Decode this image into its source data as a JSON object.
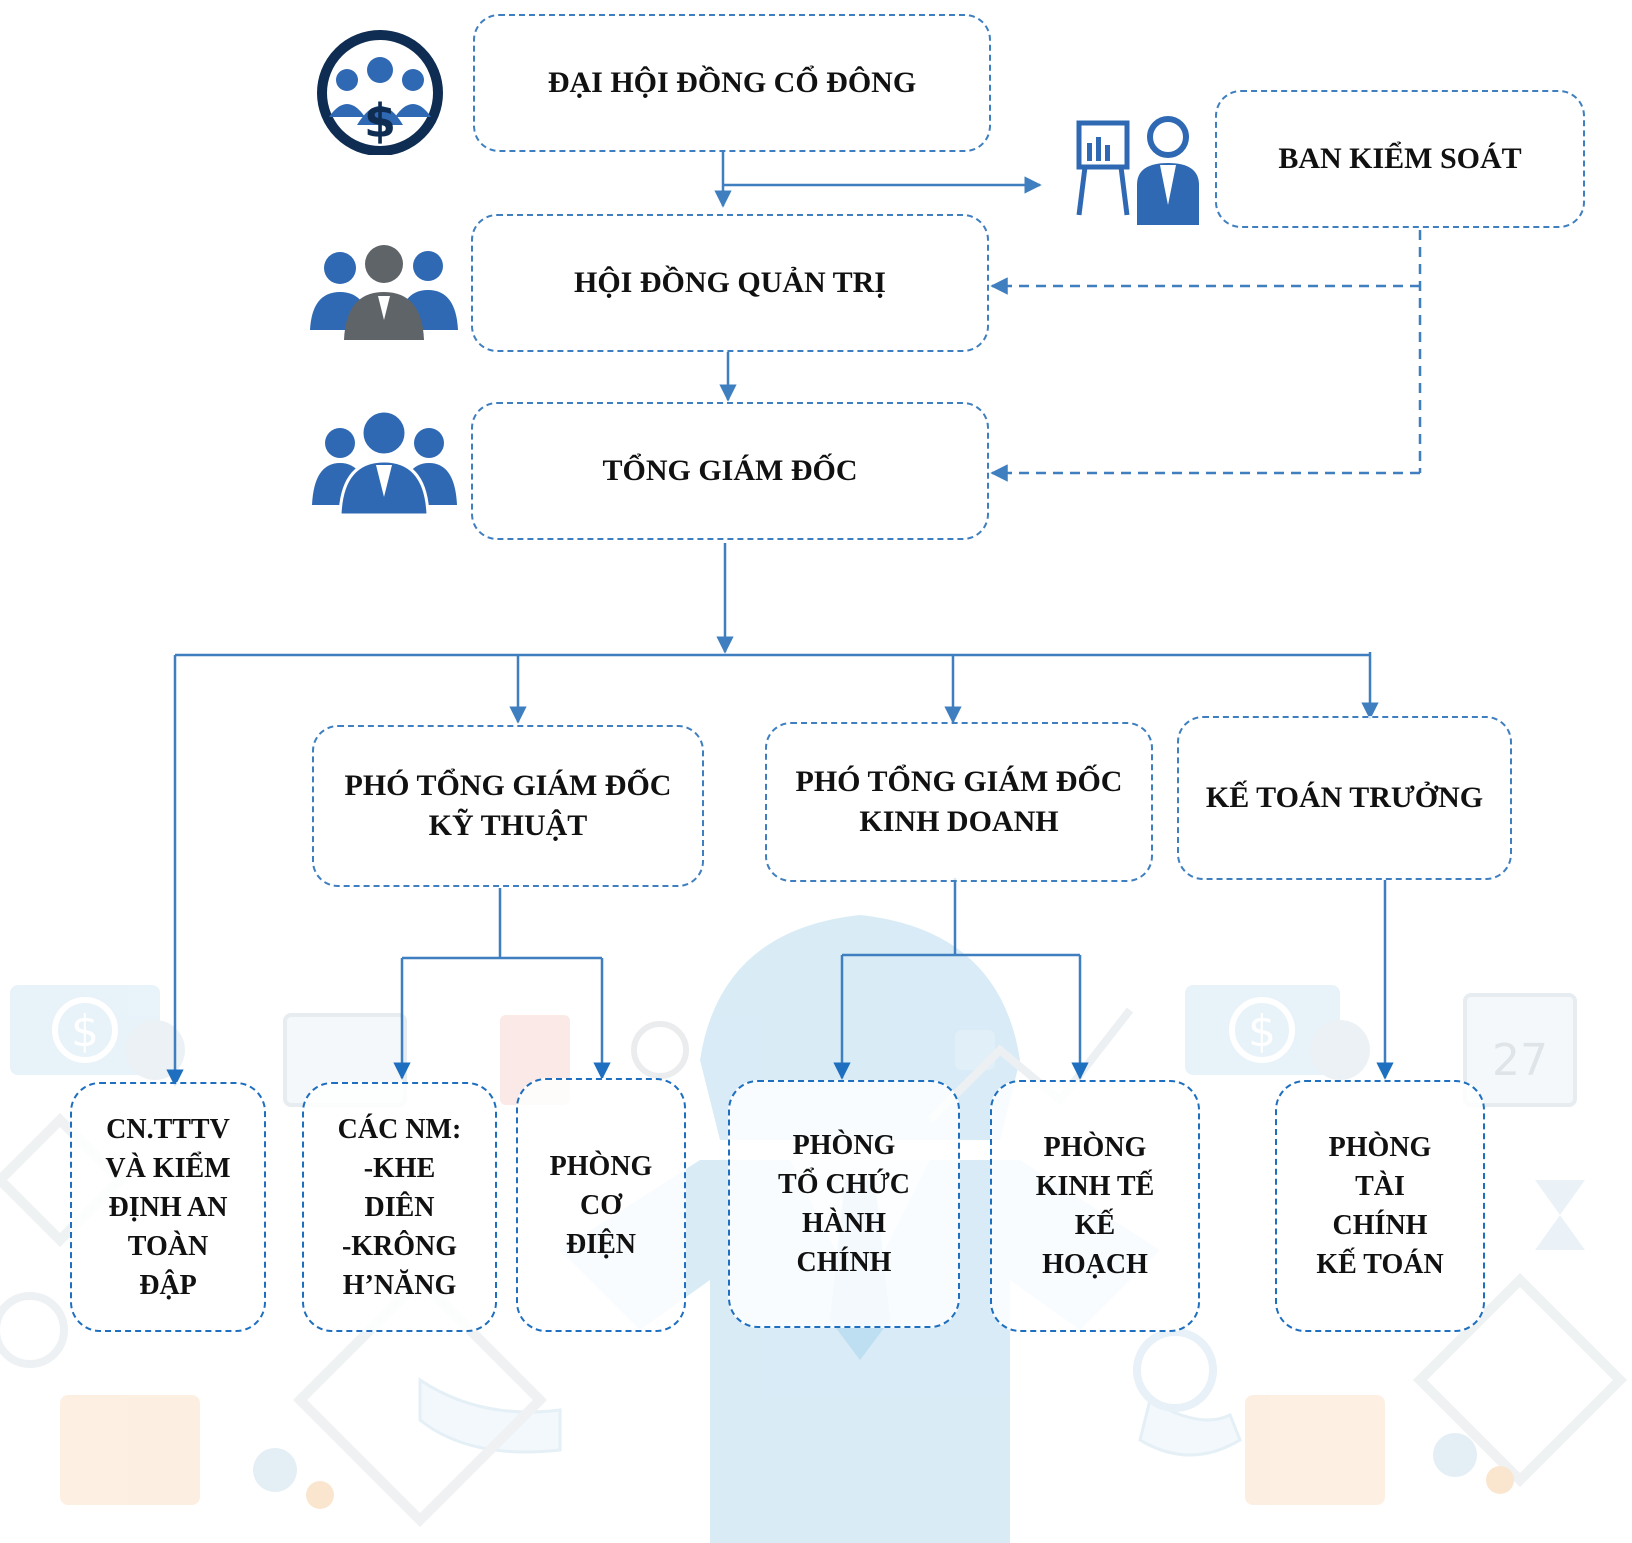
{
  "colors": {
    "line": "#3f7fc0",
    "line_dark": "#1e6fc0",
    "icon_blue": "#2f69b3",
    "icon_grey": "#5f6468",
    "bg_light_blue": "#cfe8f6",
    "bg_orange": "#f6c89a"
  },
  "icons": {
    "shareholders": "shareholders-dollar-icon",
    "supervisor": "presentation-analyst-icon",
    "board": "board-members-icon",
    "ceo": "business-team-icon"
  },
  "boxes": {
    "shareholders_meeting": "ĐẠI HỘI ĐỒNG CỔ ĐÔNG",
    "supervisory_board": "BAN KIỂM SOÁT",
    "board_of_directors": "HỘI ĐỒNG QUẢN TRỊ",
    "general_director": "TỔNG GIÁM ĐỐC",
    "deputy_technical": "PHÓ TỔNG GIÁM ĐỐC\nKỸ THUẬT",
    "deputy_business": "PHÓ TỔNG GIÁM ĐỐC\nKINH DOANH",
    "chief_accountant": "KẾ TOÁN TRƯỞNG",
    "branch_dam_safety": "CN.TTTV\nVÀ KIỂM\nĐỊNH AN\nTOÀN\nĐẬP",
    "plants": "CÁC NM:\n-KHE\nDIÊN\n-KRÔNG\nH’NĂNG",
    "electromechanical": "PHÒNG\nCƠ\nĐIỆN",
    "admin": "PHÒNG\nTỔ CHỨC\nHÀNH\nCHÍNH",
    "planning": "PHÒNG\nKINH TẾ\nKẾ\nHOẠCH",
    "finance": "PHÒNG\nTÀI\nCHÍNH\nKẾ TOÁN"
  }
}
